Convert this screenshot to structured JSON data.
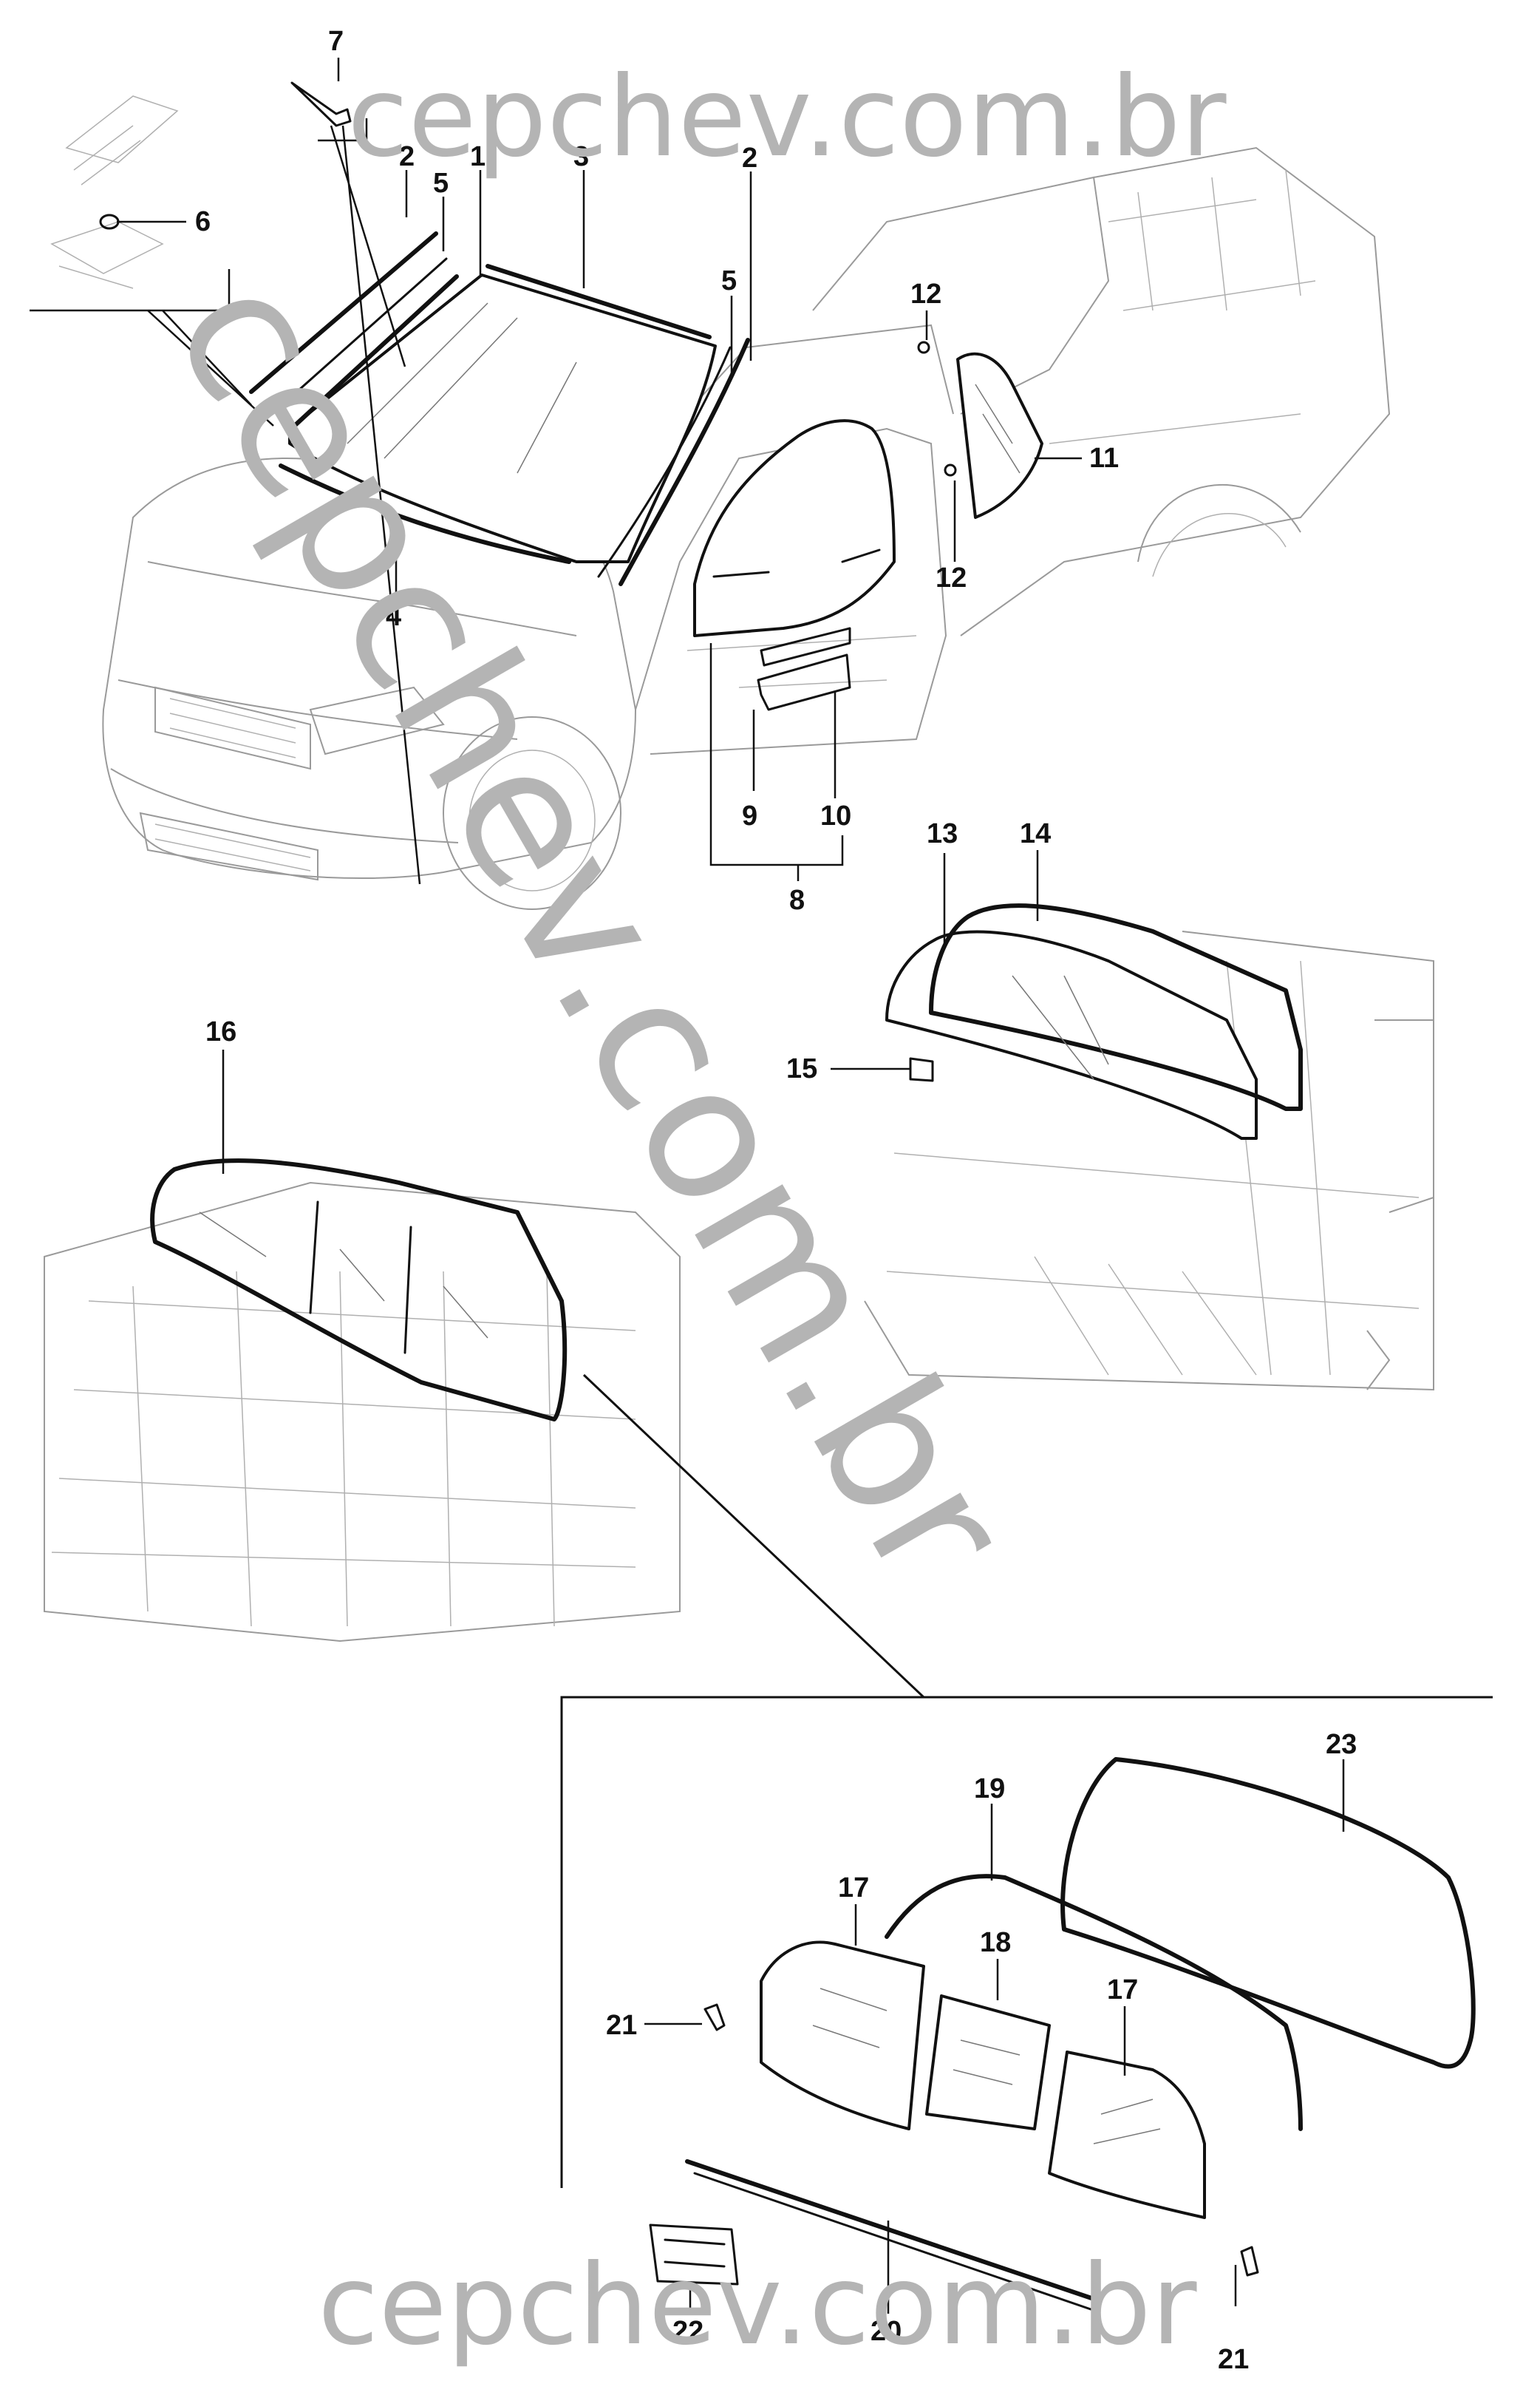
{
  "watermarks": {
    "top": "cepchev.com.br",
    "diagonal": "cepchev.com.br",
    "bottom": "cepchev.com.br"
  },
  "callouts": {
    "c1": "1",
    "c2a": "2",
    "c2b": "2",
    "c3": "3",
    "c4": "4",
    "c5a": "5",
    "c5b": "5",
    "c6": "6",
    "c7": "7",
    "c8": "8",
    "c9": "9",
    "c10": "10",
    "c11": "11",
    "c12a": "12",
    "c12b": "12",
    "c13": "13",
    "c14": "14",
    "c15": "15",
    "c16": "16",
    "c17a": "17",
    "c17b": "17",
    "c18": "18",
    "c19": "19",
    "c20": "20",
    "c21a": "21",
    "c21b": "21",
    "c22": "22",
    "c23": "23"
  },
  "colors": {
    "line": "#111111",
    "vehicle_outline": "#9a9a9a",
    "watermark": "#b4b4b4",
    "background": "#ffffff"
  }
}
